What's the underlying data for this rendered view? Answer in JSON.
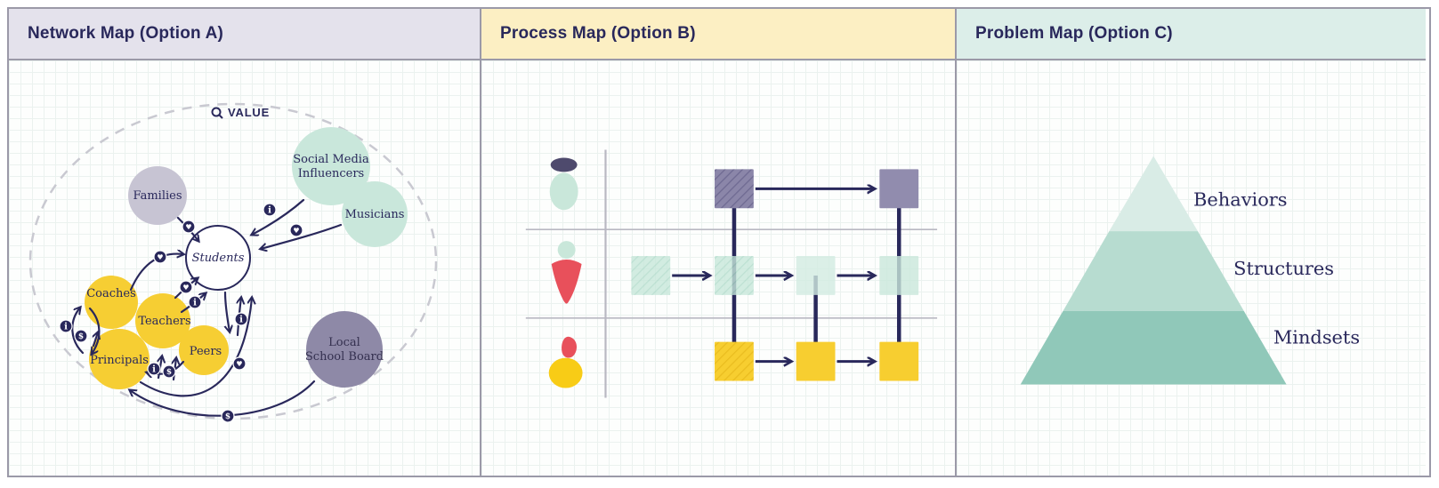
{
  "colors": {
    "navy": "#29285b",
    "border": "#9b99a8",
    "grid": "#ebf2ef",
    "lane": "#b9b8c2",
    "dash": "#c9c9d1",
    "yellow": "#f6ce33",
    "mint": "#c9e7db",
    "lavender": "#c7c4d3",
    "purple": "#8e89a7",
    "red": "#e8505b",
    "hdr_a": "#e4e2ec",
    "hdr_b": "#fcefc3",
    "hdr_c": "#dceee9",
    "pyr_top": "#d9ece6",
    "pyr_mid": "#b7dcd0",
    "pyr_bot": "#90c8b9"
  },
  "panels": [
    {
      "title": "Network Map (Option A)"
    },
    {
      "title": "Process Map (Option B)"
    },
    {
      "title": "Problem Map (Option C)"
    }
  ],
  "network": {
    "value_label": "VALUE",
    "nodes": {
      "families": "Families",
      "social_media_line1": "Social Media",
      "social_media_line2": "Influencers",
      "musicians": "Musicians",
      "students": "Students",
      "coaches": "Coaches",
      "teachers": "Teachers",
      "principals": "Principals",
      "peers": "Peers",
      "school_board_line1": "Local",
      "school_board_line2": "School Board"
    },
    "badge_glyphs": {
      "heart": "♥",
      "info": "i",
      "dollar": "$"
    }
  },
  "pyramid": {
    "layers": [
      "Behaviors",
      "Structures",
      "Mindsets"
    ]
  }
}
